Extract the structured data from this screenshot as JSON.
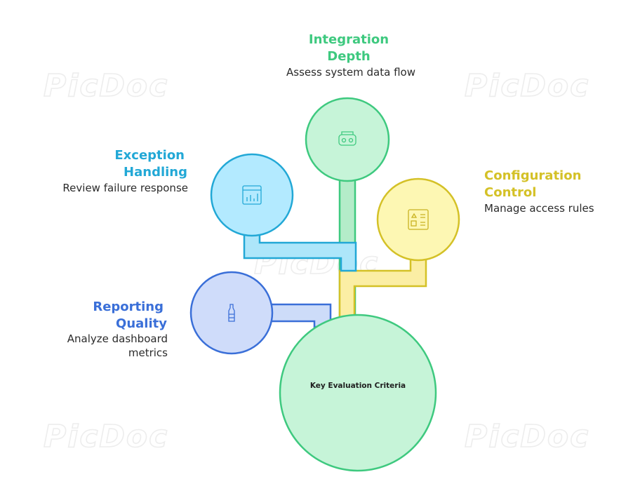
{
  "watermark": "PicDoc",
  "center": {
    "label": "Key Evaluation Criteria"
  },
  "nodes": [
    {
      "id": "integration",
      "title_lines": [
        "Integration",
        "Depth"
      ],
      "desc_lines": [
        "Assess system data flow"
      ],
      "icon": "vr-headset-icon",
      "color": "#3ec97f"
    },
    {
      "id": "exception",
      "title_lines": [
        "Exception",
        "Handling"
      ],
      "desc_lines": [
        "Review failure response"
      ],
      "icon": "dashboard-chart-icon",
      "color": "#22a8d6"
    },
    {
      "id": "configuration",
      "title_lines": [
        "Configuration",
        "Control"
      ],
      "desc_lines": [
        "Manage access rules"
      ],
      "icon": "layout-grid-icon",
      "color": "#d4c127"
    },
    {
      "id": "reporting",
      "title_lines": [
        "Reporting",
        "Quality"
      ],
      "desc_lines": [
        "Analyze dashboard",
        "metrics"
      ],
      "icon": "bottle-icon",
      "color": "#3a6fd8"
    }
  ]
}
